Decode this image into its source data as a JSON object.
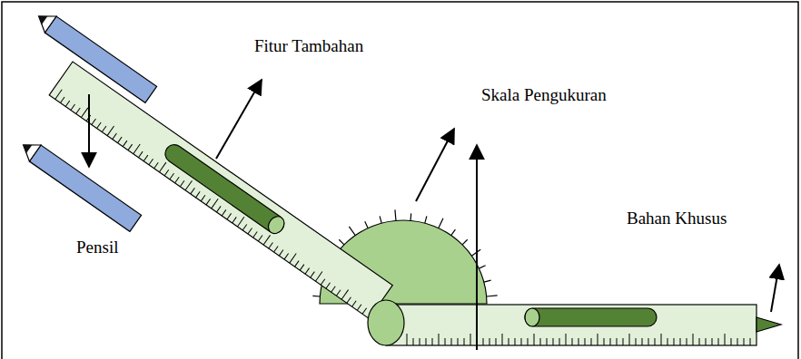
{
  "diagram": {
    "labels": [
      "Fitur Tambahan",
      "Skala Pengukuran",
      "Pensil",
      "Bahan Khusus"
    ]
  }
}
